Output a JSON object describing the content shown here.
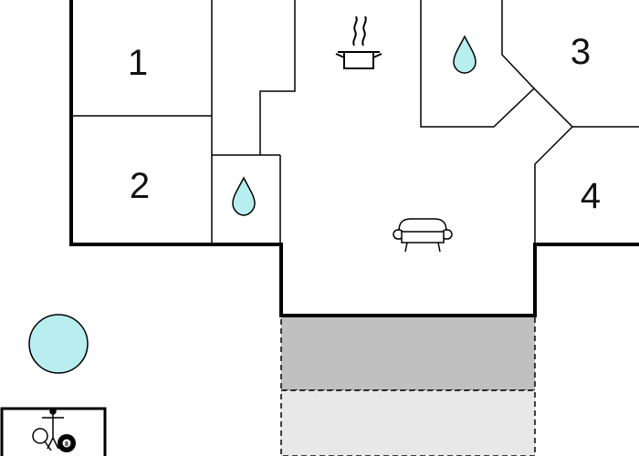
{
  "floorplan": {
    "rooms": [
      {
        "id": "room-1",
        "number": "1"
      },
      {
        "id": "room-2",
        "number": "2"
      },
      {
        "id": "room-3",
        "number": "3"
      },
      {
        "id": "room-4",
        "number": "4"
      }
    ],
    "icons": [
      "kitchen-pot-icon",
      "bathroom-water-drop-icon",
      "shower-water-drop-icon",
      "living-room-sofa-icon",
      "pool-icon",
      "table-tennis-icon",
      "billiards-ball-icon"
    ],
    "colors": {
      "wall": "#000000",
      "water": "#b8eef0",
      "terrace_covered": "#c0c0c0",
      "terrace_open": "#e8e8e8",
      "background": "#ffffff"
    }
  }
}
